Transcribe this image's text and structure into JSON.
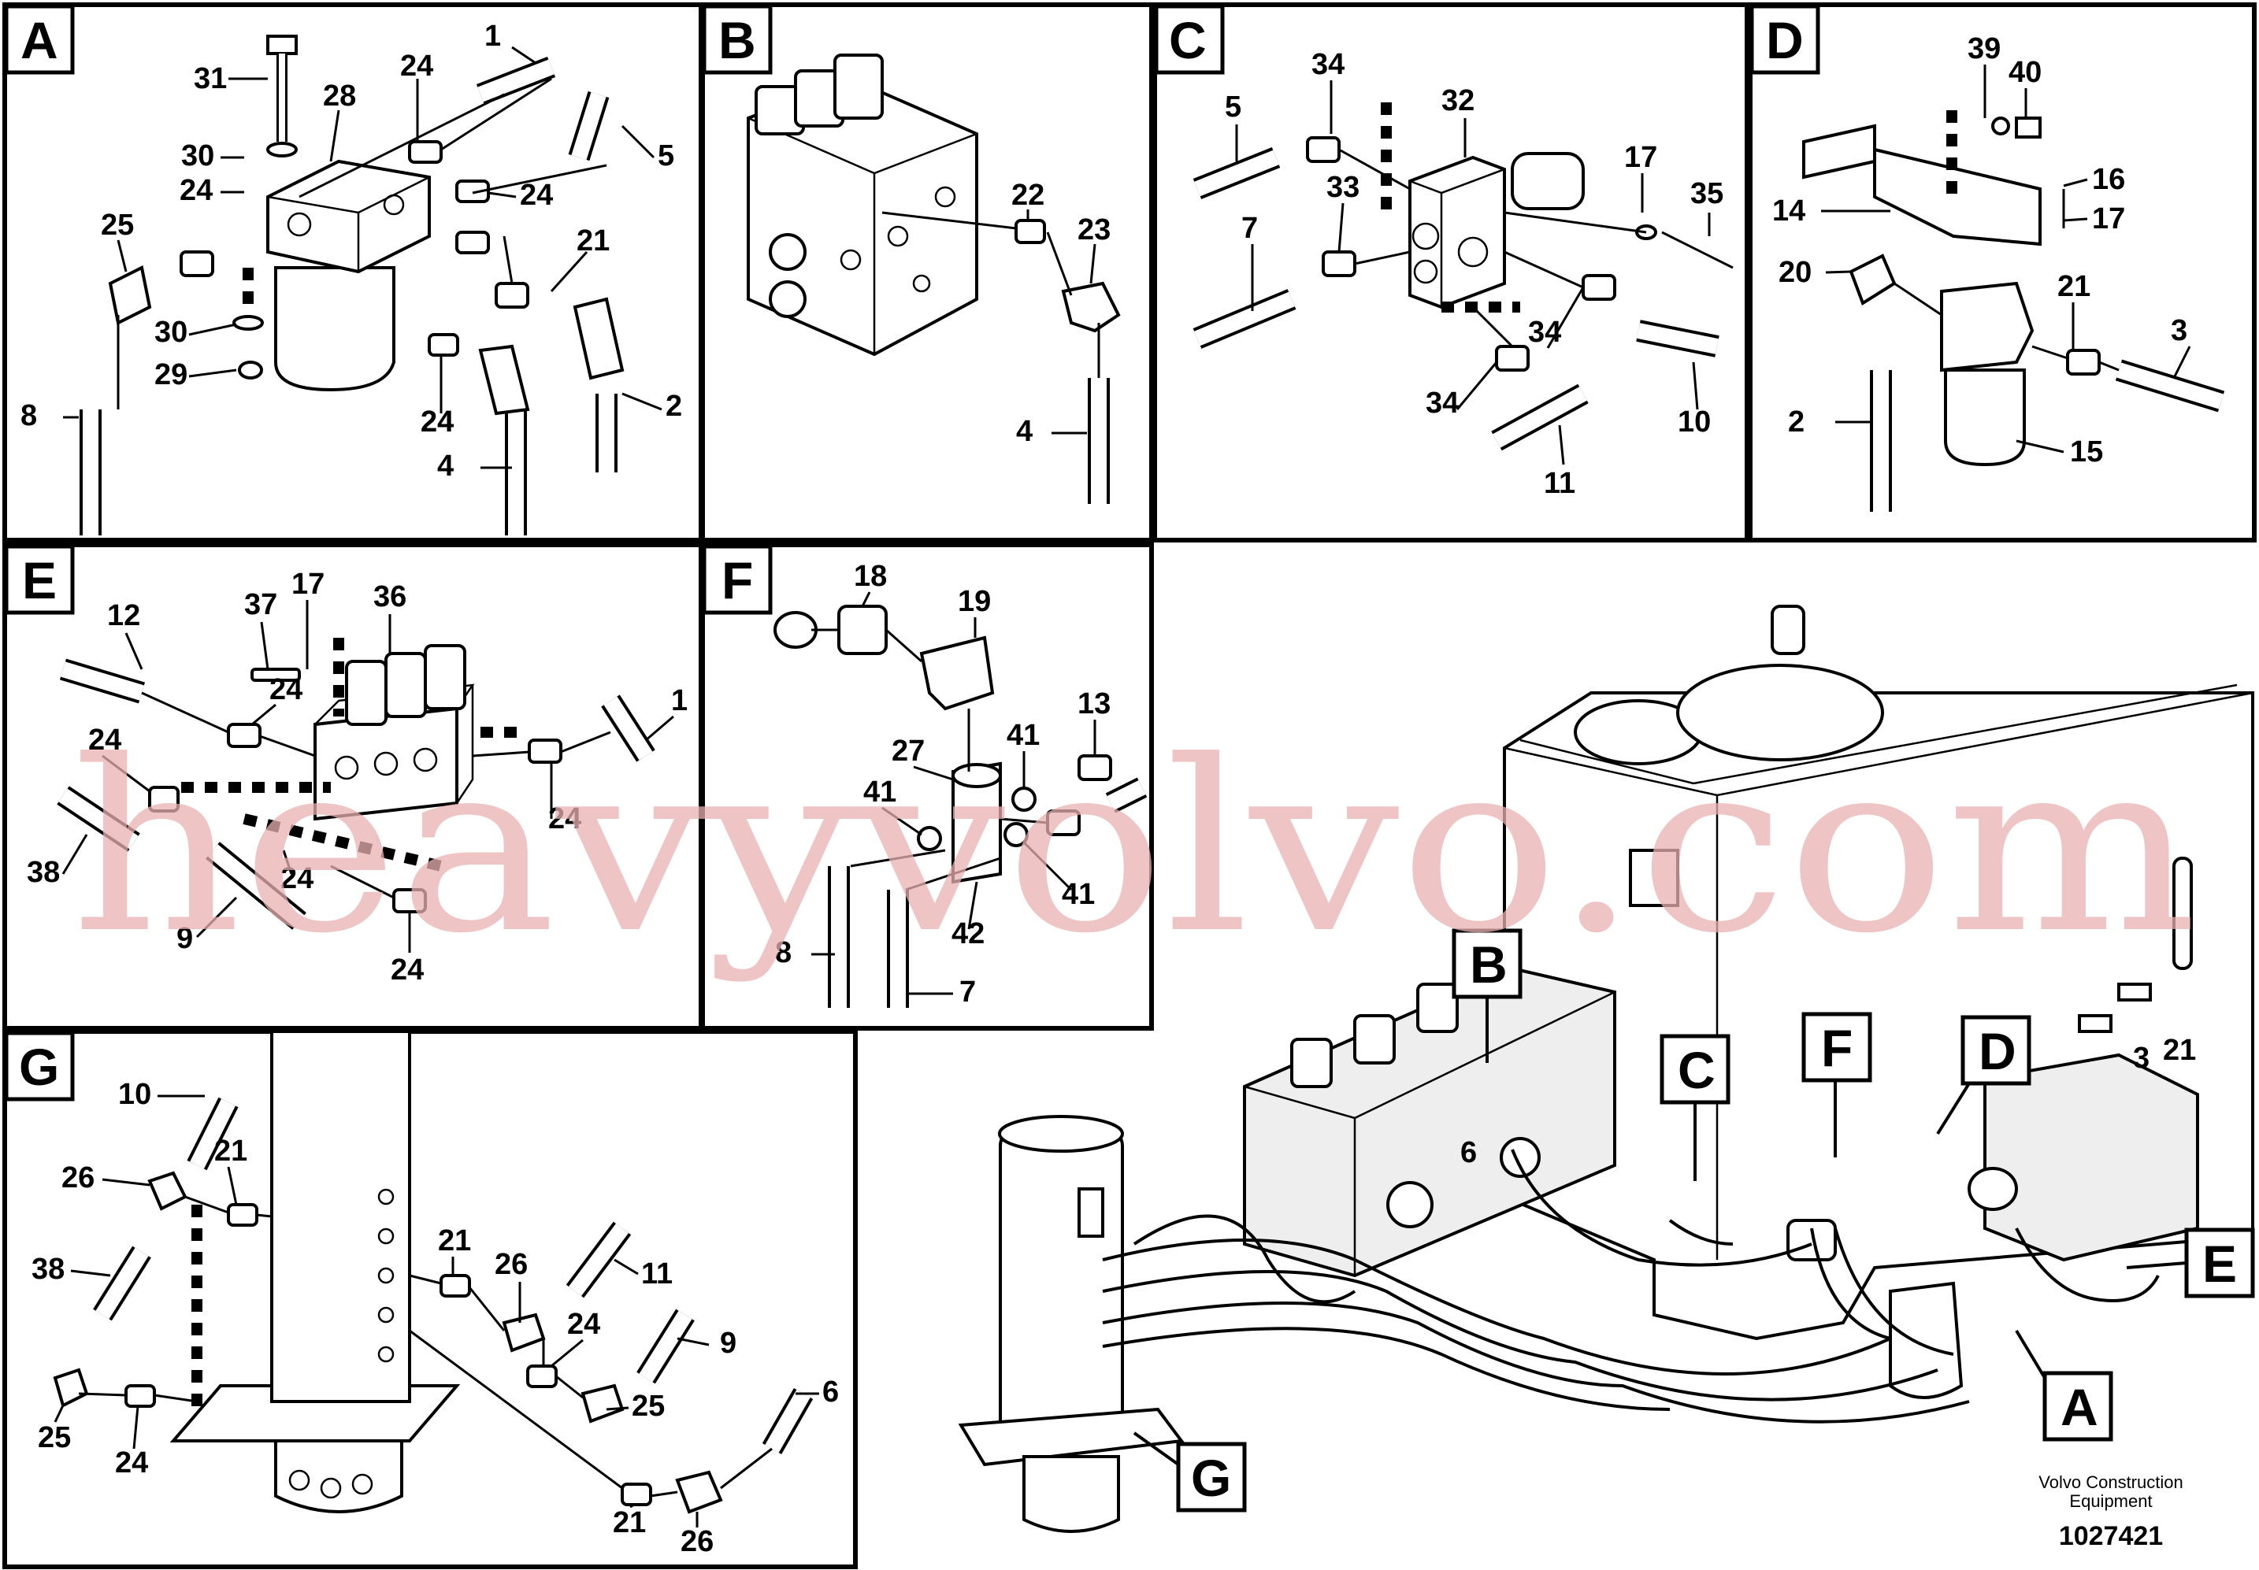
{
  "panels": [
    "A",
    "B",
    "C",
    "D",
    "E",
    "F",
    "G"
  ],
  "labels": {
    "A": [
      "1",
      "31",
      "28",
      "24",
      "24",
      "30",
      "24",
      "5",
      "25",
      "24",
      "21",
      "30",
      "29",
      "24",
      "2",
      "8",
      "4"
    ],
    "B": [
      "22",
      "23",
      "4"
    ],
    "C": [
      "34",
      "32",
      "5",
      "17",
      "35",
      "33",
      "7",
      "34",
      "34",
      "10",
      "11"
    ],
    "D": [
      "39",
      "40",
      "16",
      "14",
      "17",
      "20",
      "21",
      "3",
      "2",
      "15"
    ],
    "E": [
      "37",
      "17",
      "36",
      "12",
      "24",
      "1",
      "24",
      "24",
      "38",
      "24",
      "9",
      "24"
    ],
    "F": [
      "18",
      "19",
      "13",
      "27",
      "41",
      "41",
      "41",
      "42",
      "8",
      "7"
    ],
    "G": [
      "10",
      "21",
      "26",
      "38",
      "21",
      "26",
      "11",
      "24",
      "9",
      "25",
      "6",
      "25",
      "24",
      "21",
      "26"
    ],
    "overview": [
      "6",
      "3",
      "21"
    ]
  },
  "overview_callouts": [
    "B",
    "C",
    "F",
    "D",
    "E",
    "A",
    "G"
  ],
  "watermark": "heavyvolvo.com",
  "footer": {
    "company_line1": "Volvo Construction",
    "company_line2": "Equipment",
    "doc_number": "1027421"
  }
}
